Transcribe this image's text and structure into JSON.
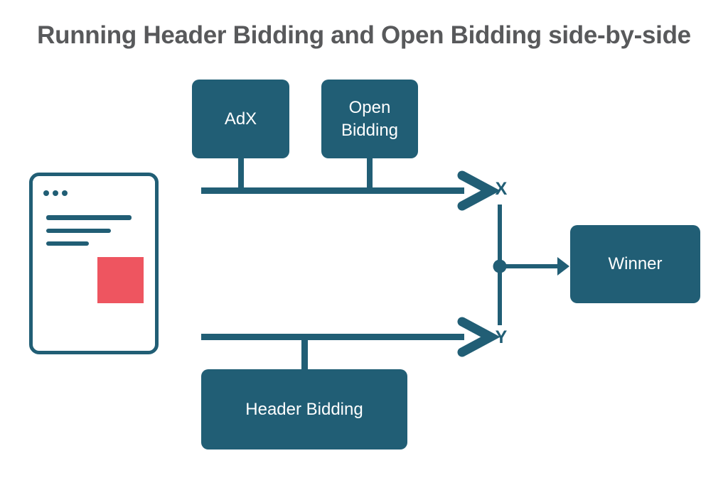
{
  "title": "Running Header Bidding and Open Bidding side-by-side",
  "colors": {
    "teal": "#215E75",
    "red": "#EE5560",
    "title": "#58595B",
    "background": "#FFFFFF"
  },
  "diagram": {
    "nodes": {
      "adx": {
        "label": "AdX"
      },
      "open_bidding": {
        "label": "Open Bidding"
      },
      "header_bidding": {
        "label": "Header Bidding"
      },
      "winner": {
        "label": "Winner"
      }
    },
    "lanes": {
      "top_label": "X",
      "bottom_label": "Y"
    },
    "icons": {
      "webpage": "webpage-illustration",
      "ellipsis": "ellipsis-icon",
      "ad_slot": "ad-slot-square"
    }
  }
}
